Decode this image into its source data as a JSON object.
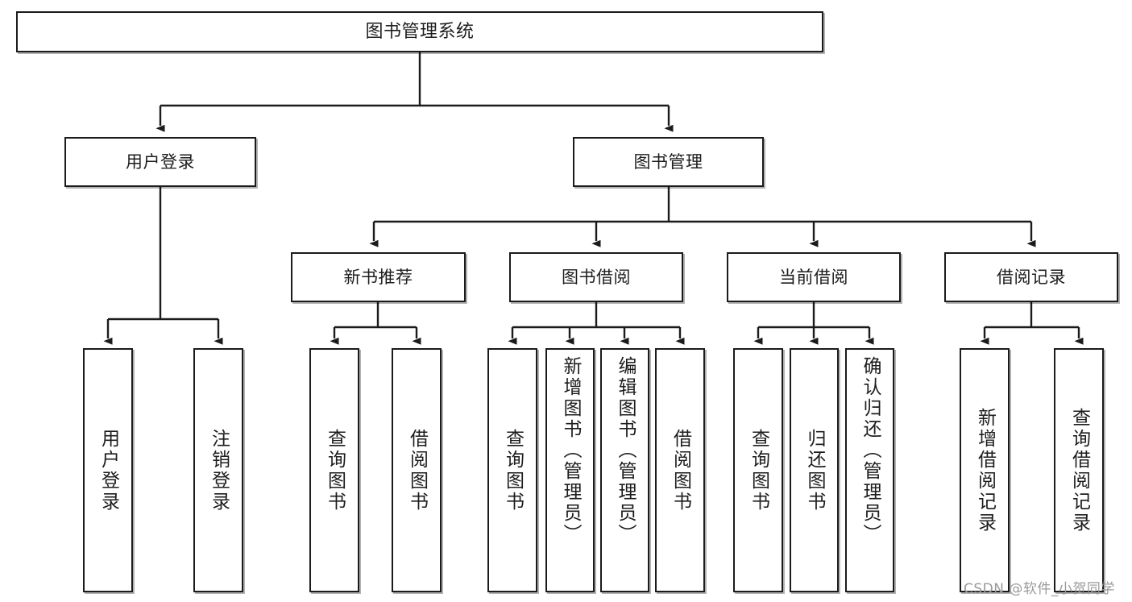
{
  "diagram": {
    "type": "tree-hierarchy",
    "title": "图书管理系统",
    "orientation": "top-down",
    "colors": {
      "node_border": "#1b1b1b",
      "node_fill": "#ffffff",
      "edge": "#1b1b1b",
      "background": "#ffffff",
      "watermark": "#9a9a9a"
    }
  },
  "nodes": {
    "root": {
      "label": "图书管理系统"
    },
    "level2": [
      {
        "id": "user-login",
        "label": "用户登录"
      },
      {
        "id": "book-manage",
        "label": "图书管理"
      }
    ],
    "level3": [
      {
        "id": "new-book-recommend",
        "label": "新书推荐"
      },
      {
        "id": "book-borrow",
        "label": "图书借阅"
      },
      {
        "id": "current-borrow",
        "label": "当前借阅"
      },
      {
        "id": "borrow-record",
        "label": "借阅记录"
      }
    ],
    "leaves": {
      "user-login": [
        {
          "id": "leaf-user-login",
          "label": "用户登录"
        },
        {
          "id": "leaf-logout",
          "label": "注销登录"
        }
      ],
      "new-book-recommend": [
        {
          "id": "leaf-query-book-1",
          "label": "查询图书"
        },
        {
          "id": "leaf-borrow-book-1",
          "label": "借阅图书"
        }
      ],
      "book-borrow": [
        {
          "id": "leaf-query-book-2",
          "label": "查询图书"
        },
        {
          "id": "leaf-add-book",
          "label": "新增图书（管理员）"
        },
        {
          "id": "leaf-edit-book",
          "label": "编辑图书（管理员）"
        },
        {
          "id": "leaf-borrow-book-2",
          "label": "借阅图书"
        }
      ],
      "current-borrow": [
        {
          "id": "leaf-query-book-3",
          "label": "查询图书"
        },
        {
          "id": "leaf-return-book",
          "label": "归还图书"
        },
        {
          "id": "leaf-confirm-return",
          "label": "确认归还（管理员）"
        }
      ],
      "borrow-record": [
        {
          "id": "leaf-add-record",
          "label": "新增借阅记录"
        },
        {
          "id": "leaf-query-record",
          "label": "查询借阅记录"
        }
      ]
    }
  },
  "watermark": {
    "text": "CSDN @软件_小贺同学"
  }
}
